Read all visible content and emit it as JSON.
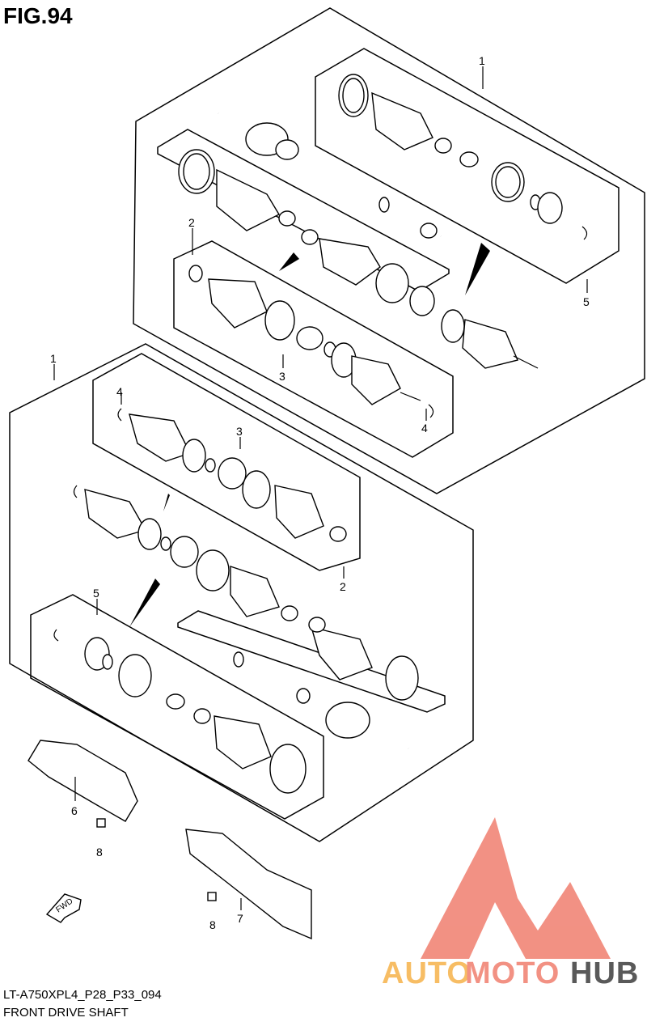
{
  "figure": {
    "title": "FIG.94",
    "model_code": "LT-A750XPL4_P28_P33_094",
    "name": "FRONT DRIVE SHAFT"
  },
  "callouts": [
    "1",
    "2",
    "3",
    "4",
    "5",
    "6",
    "7",
    "8"
  ],
  "fwd_label": "FWD",
  "watermark": {
    "part1": "AUTO",
    "part2": "MOTO",
    "part3": "HUB",
    "colors": {
      "auto": "#f6b24a",
      "moto": "#f07e6e",
      "hub": "#3d3d3d",
      "triangle": "#f07e6e"
    }
  }
}
